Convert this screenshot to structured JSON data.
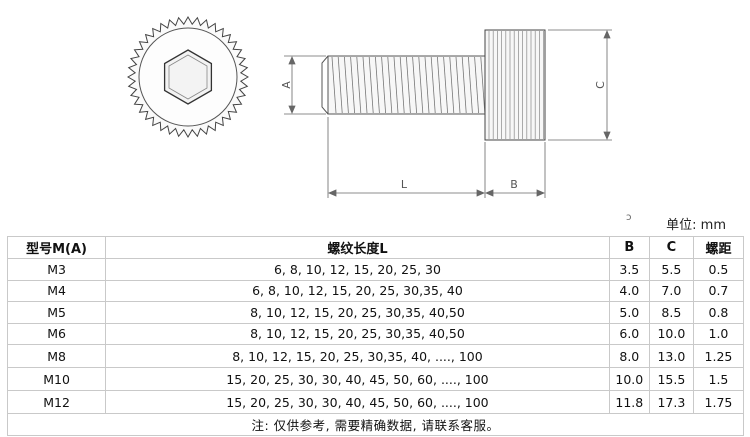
{
  "drawing": {
    "dimensions": {
      "a": "A",
      "c": "C",
      "l": "L",
      "b": "B"
    }
  },
  "unit": {
    "mark": "ɔ",
    "label": "单位: mm"
  },
  "table": {
    "headers": [
      "型号M(A)",
      "螺纹长度L",
      "B",
      "C",
      "螺距"
    ],
    "rows": [
      [
        "M3",
        "6, 8, 10, 12, 15, 20, 25, 30",
        "3.5",
        "5.5",
        "0.5"
      ],
      [
        "M4",
        "6, 8, 10, 12, 15, 20, 25, 30,35, 40",
        "4.0",
        "7.0",
        "0.7"
      ],
      [
        "M5",
        "8, 10, 12, 15, 20, 25, 30,35, 40,50",
        "5.0",
        "8.5",
        "0.8"
      ],
      [
        "M6",
        "8, 10, 12, 15, 20, 25, 30,35, 40,50",
        "6.0",
        "10.0",
        "1.0"
      ],
      [
        "M8",
        "8, 10, 12, 15, 20, 25, 30,35, 40, ...., 100",
        "8.0",
        "13.0",
        "1.25"
      ],
      [
        "M10",
        "15, 20, 25, 30, 30, 40, 45, 50, 60, ...., 100",
        "10.0",
        "15.5",
        "1.5"
      ],
      [
        "M12",
        "15, 20, 25, 30, 30, 40, 45, 50, 60, ...., 100",
        "11.8",
        "17.3",
        "1.75"
      ]
    ],
    "note": "注: 仅供参考, 需要精确数据, 请联系客服。"
  }
}
